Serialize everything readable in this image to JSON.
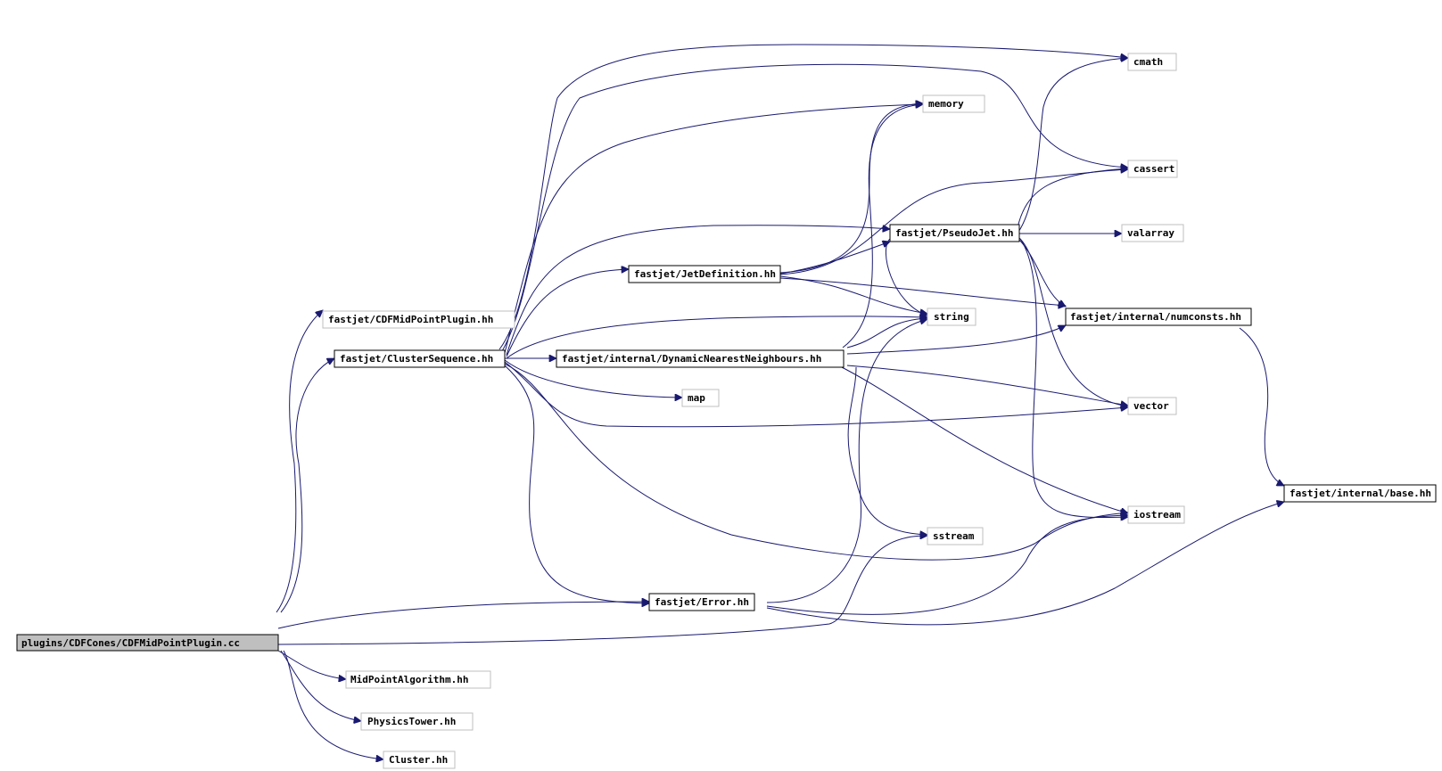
{
  "colors": {
    "edge": "#191970",
    "node_border": "#000000",
    "external_border": "#bfbfbf",
    "root_fill": "#bfbfbf",
    "background": "#ffffff"
  },
  "nodes": {
    "root": "plugins/CDFCones/CDFMidPointPlugin.cc",
    "cdfmidpointplugin_hh": "fastjet/CDFMidPointPlugin.hh",
    "clustersequence_hh": "fastjet/ClusterSequence.hh",
    "jetdefinition_hh": "fastjet/JetDefinition.hh",
    "pseudojet_hh": "fastjet/PseudoJet.hh",
    "dnn_hh": "fastjet/internal/DynamicNearestNeighbours.hh",
    "numconsts_hh": "fastjet/internal/numconsts.hh",
    "base_hh": "fastjet/internal/base.hh",
    "error_hh": "fastjet/Error.hh",
    "midpointalgorithm_hh": "MidPointAlgorithm.hh",
    "physicstower_hh": "PhysicsTower.hh",
    "cluster_hh": "Cluster.hh",
    "cmath": "cmath",
    "memory": "memory",
    "cassert": "cassert",
    "valarray": "valarray",
    "string": "string",
    "map": "map",
    "vector": "vector",
    "iostream": "iostream",
    "sstream": "sstream"
  }
}
